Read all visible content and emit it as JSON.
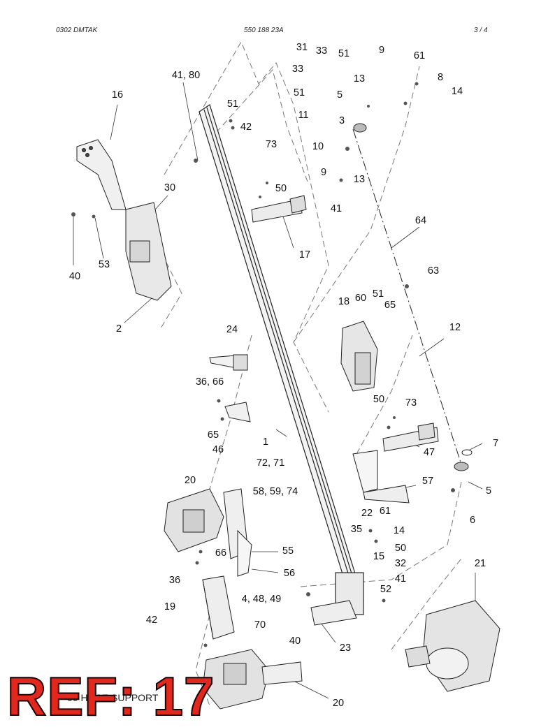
{
  "header": {
    "left": "0302 DMTAK",
    "center": "550 188 23A",
    "page": "3 /   4"
  },
  "footer": {
    "caption": "00 HOSE SUPPORT",
    "ref_stamp": "REF: 17"
  },
  "callouts": [
    "31",
    "33",
    "51",
    "9",
    "61",
    "33",
    "13",
    "8",
    "51",
    "5",
    "14",
    "41, 80",
    "16",
    "51",
    "11",
    "42",
    "3",
    "10",
    "73",
    "13",
    "9",
    "50",
    "30",
    "41",
    "17",
    "40",
    "53",
    "64",
    "63",
    "18",
    "60",
    "51",
    "65",
    "12",
    "2",
    "24",
    "36, 66",
    "50",
    "73",
    "7",
    "65",
    "46",
    "1",
    "47",
    "72, 71",
    "20",
    "58, 59, 74",
    "57",
    "5",
    "6",
    "22",
    "61",
    "14",
    "35",
    "66",
    "55",
    "50",
    "36",
    "15",
    "32",
    "56",
    "41",
    "21",
    "52",
    "4, 48, 49",
    "19",
    "42",
    "70",
    "40",
    "23",
    "20"
  ]
}
